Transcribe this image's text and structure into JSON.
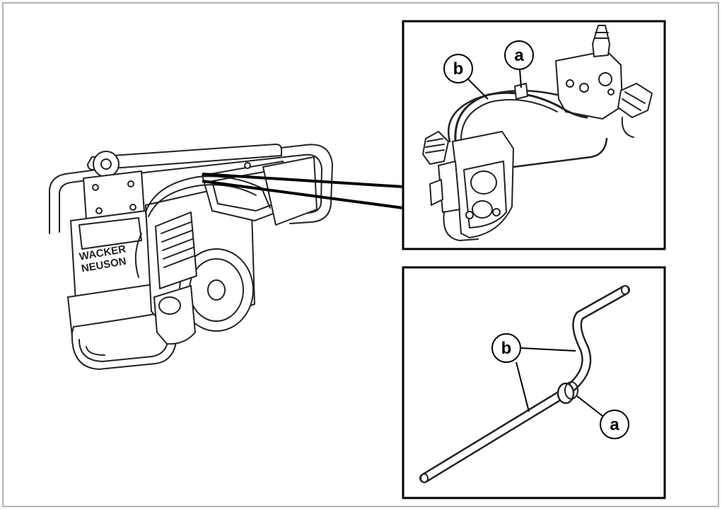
{
  "figure": {
    "brand_text": [
      "WACKER",
      "NEUSON"
    ],
    "callouts": {
      "top_a": "a",
      "top_b": "b",
      "bottom_a": "a",
      "bottom_b": "b"
    }
  }
}
